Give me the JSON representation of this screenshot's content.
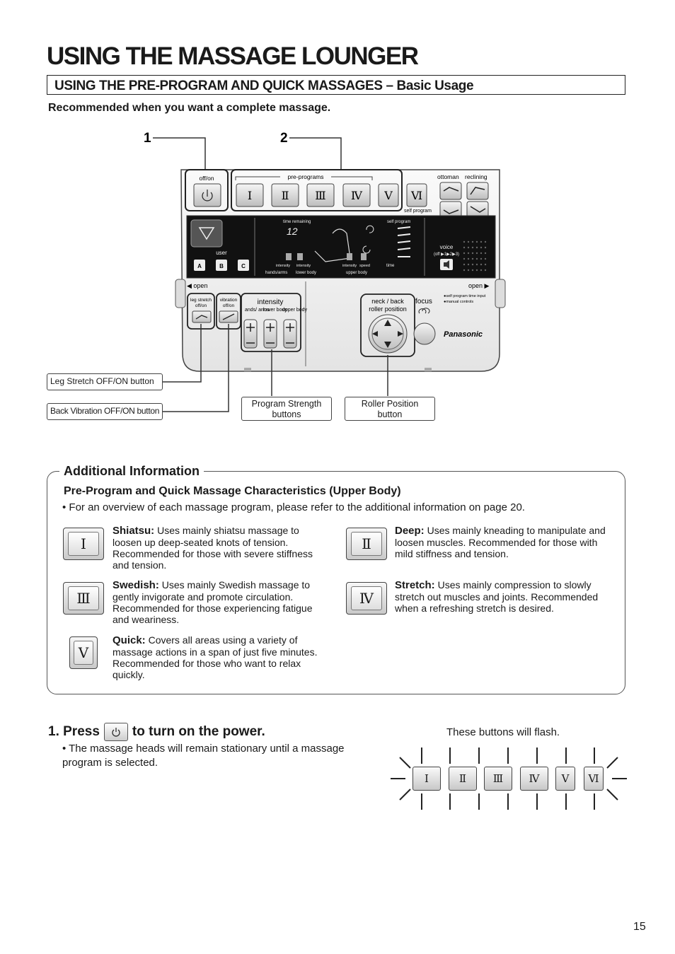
{
  "page": {
    "title": "USING THE MASSAGE LOUNGER",
    "subtitle": "USING THE PRE-PROGRAM AND QUICK MASSAGES  – Basic Usage",
    "recommendation": "Recommended when you want a complete massage.",
    "page_number": "15"
  },
  "diagram": {
    "callout_numbers": [
      "1",
      "2"
    ],
    "panel_labels": {
      "off_on": "off/on",
      "pre_programs": "pre-programs",
      "ottoman": "ottoman",
      "reclining": "reclining",
      "self_program": "self program",
      "time_remaining": "time remaining",
      "display_time": "12",
      "self_program_display": "self program",
      "user": "user",
      "user_a": "A",
      "user_b": "B",
      "user_c": "C",
      "intensity_1": "intensity",
      "intensity_2": "intensity",
      "intensity_3": "intensity",
      "speed": "speed",
      "hands_arms": "hands/arms",
      "lower_body": "lower body",
      "upper_body": "upper body",
      "time": "time",
      "voice": "voice",
      "voice_sub": "(off ▶1▶2▶3)",
      "open_left": "◀ open",
      "open_right": "open ▶",
      "leg_stretch": "leg stretch",
      "leg_stretch_sub": "off/on",
      "vibration": "vibration",
      "vibration_sub": "off/on",
      "intensity_group": "intensity",
      "hands_arms_short": "ands/ arms",
      "lower_body_short": "lower body",
      "upper_body_short": "upper body",
      "neck_back": "neck / back",
      "roller_position": "roller position",
      "focus": "focus",
      "self_program_time_input": "●self program time input",
      "manual_controls": "●manual controls",
      "brand": "Panasonic",
      "program_numerals": [
        "Ⅰ",
        "Ⅱ",
        "Ⅲ",
        "Ⅳ",
        "Ⅴ",
        "Ⅵ"
      ]
    },
    "callouts": {
      "leg_stretch_button": "Leg Stretch OFF/ON button",
      "back_vibration_button": "Back Vibration OFF/ON button",
      "program_strength_line1": "Program Strength",
      "program_strength_line2": "buttons",
      "roller_position_line1": "Roller Position",
      "roller_position_line2": "button"
    }
  },
  "additional_info": {
    "heading": "Additional Information",
    "subheading": "Pre-Program and Quick Massage Characteristics (Upper Body)",
    "bullet": "• For an overview of each massage program, please refer to the additional information on page 20.",
    "programs": [
      {
        "numeral": "Ⅰ",
        "name": "Shiatsu:",
        "text": " Uses mainly shiatsu massage to loosen up deep-seated knots of tension. Recommended for those with severe stiffness and tension."
      },
      {
        "numeral": "Ⅱ",
        "name": "Deep:",
        "text": " Uses mainly kneading to manipulate and loosen muscles. Recommended for those with mild stiffness and tension."
      },
      {
        "numeral": "Ⅲ",
        "name": "Swedish:",
        "text": " Uses mainly Swedish massage to gently invigorate and promote circulation. Recommended for those experiencing fatigue and weariness."
      },
      {
        "numeral": "Ⅳ",
        "name": "Stretch:",
        "text": " Uses mainly compression to slowly stretch out muscles and joints. Recommended when a refreshing stretch is desired."
      },
      {
        "numeral": "Ⅴ",
        "name": "Quick:",
        "text": " Covers all areas using a variety of massage actions in a span of just five minutes. Recommended for those who want to relax quickly."
      }
    ]
  },
  "step1": {
    "prefix": "1. Press",
    "suffix": "to turn on the power.",
    "note": "• The massage heads will remain stationary until a massage program is selected.",
    "flash_label": "These buttons will flash.",
    "flash_buttons": [
      "Ⅰ",
      "Ⅱ",
      "Ⅲ",
      "Ⅳ",
      "Ⅴ",
      "Ⅵ"
    ]
  }
}
